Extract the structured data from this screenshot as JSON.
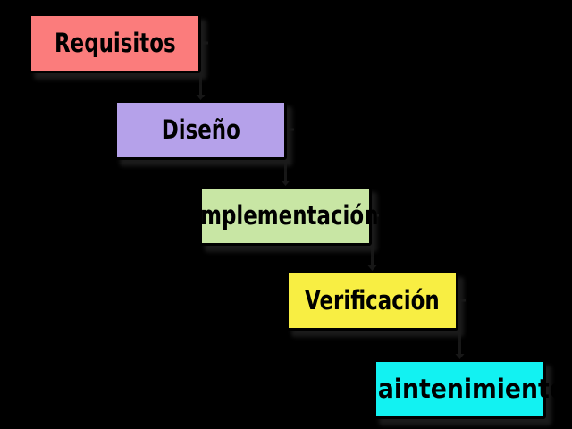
{
  "stages": [
    {
      "label": "Requisitos",
      "color": "#fb7c7c"
    },
    {
      "label": "Diseño",
      "color": "#b5a1ea"
    },
    {
      "label": "Implementación",
      "color": "#c8e6a4"
    },
    {
      "label": "Verificación",
      "color": "#f8ee43"
    },
    {
      "label": "Maintenimiento",
      "color": "#12f2f2"
    }
  ],
  "colors": {
    "background": "#000000",
    "box_border": "#000000",
    "text": "#000000",
    "connector": "#171717",
    "shadow": "#1b1b1b"
  }
}
